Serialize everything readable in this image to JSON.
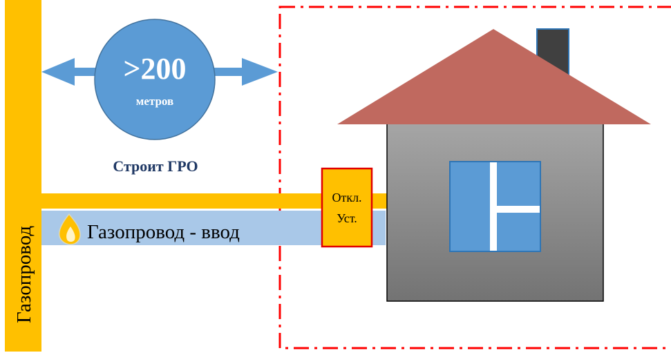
{
  "main_pipe": {
    "label": "Газопровод"
  },
  "distance": {
    "value": ">200",
    "unit": "метров"
  },
  "builder": {
    "label": "Строит ГРО"
  },
  "inlet_pipe": {
    "label": "Газопровод - ввод"
  },
  "shutoff_device": {
    "line1": "Откл.",
    "line2": "Уст."
  },
  "icons": {
    "distance_arrows": "double-arrow-icon",
    "flame": "flame-icon",
    "house": "house-icon"
  },
  "colors": {
    "pipe_yellow": "#ffc000",
    "inlet_blue": "#a9c8e8",
    "circle_blue": "#5b9bd5",
    "circle_text": "#ffffff",
    "label_navy": "#1f3864",
    "boundary_red": "#ff0000",
    "roof": "#c0695f",
    "wall_top": "#a6a6a6",
    "wall_bottom": "#737373",
    "window": "#5b9bd5",
    "chimney": "#404040"
  }
}
